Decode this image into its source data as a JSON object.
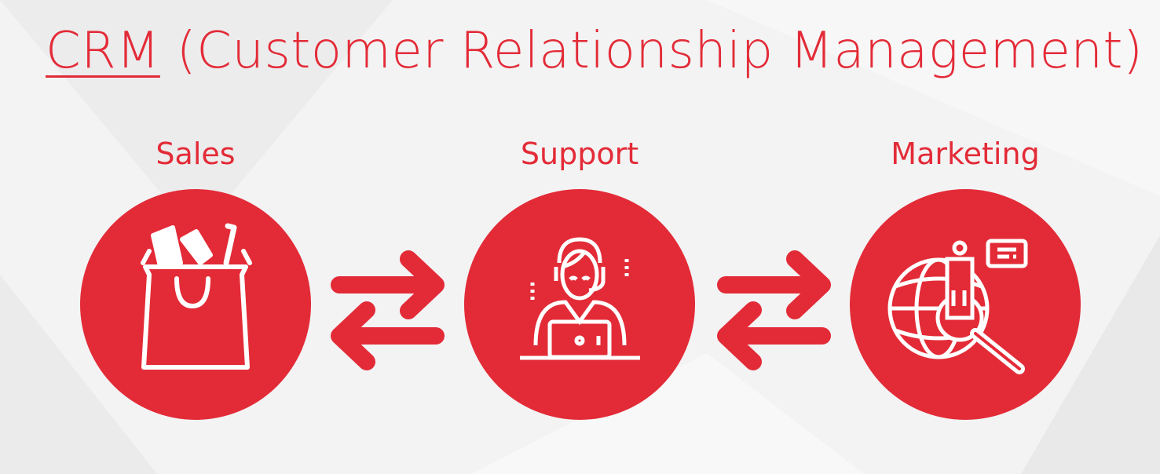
{
  "title": {
    "abbr": "CRM",
    "full": "(Customer Relationship Management)"
  },
  "sections": [
    {
      "label": "Sales",
      "icon": "shopping-bag-icon"
    },
    {
      "label": "Support",
      "icon": "support-agent-icon"
    },
    {
      "label": "Marketing",
      "icon": "global-search-icon"
    }
  ],
  "colors": {
    "accent": "#e32b37",
    "background": "#f3f3f4",
    "icon": "#ffffff"
  }
}
